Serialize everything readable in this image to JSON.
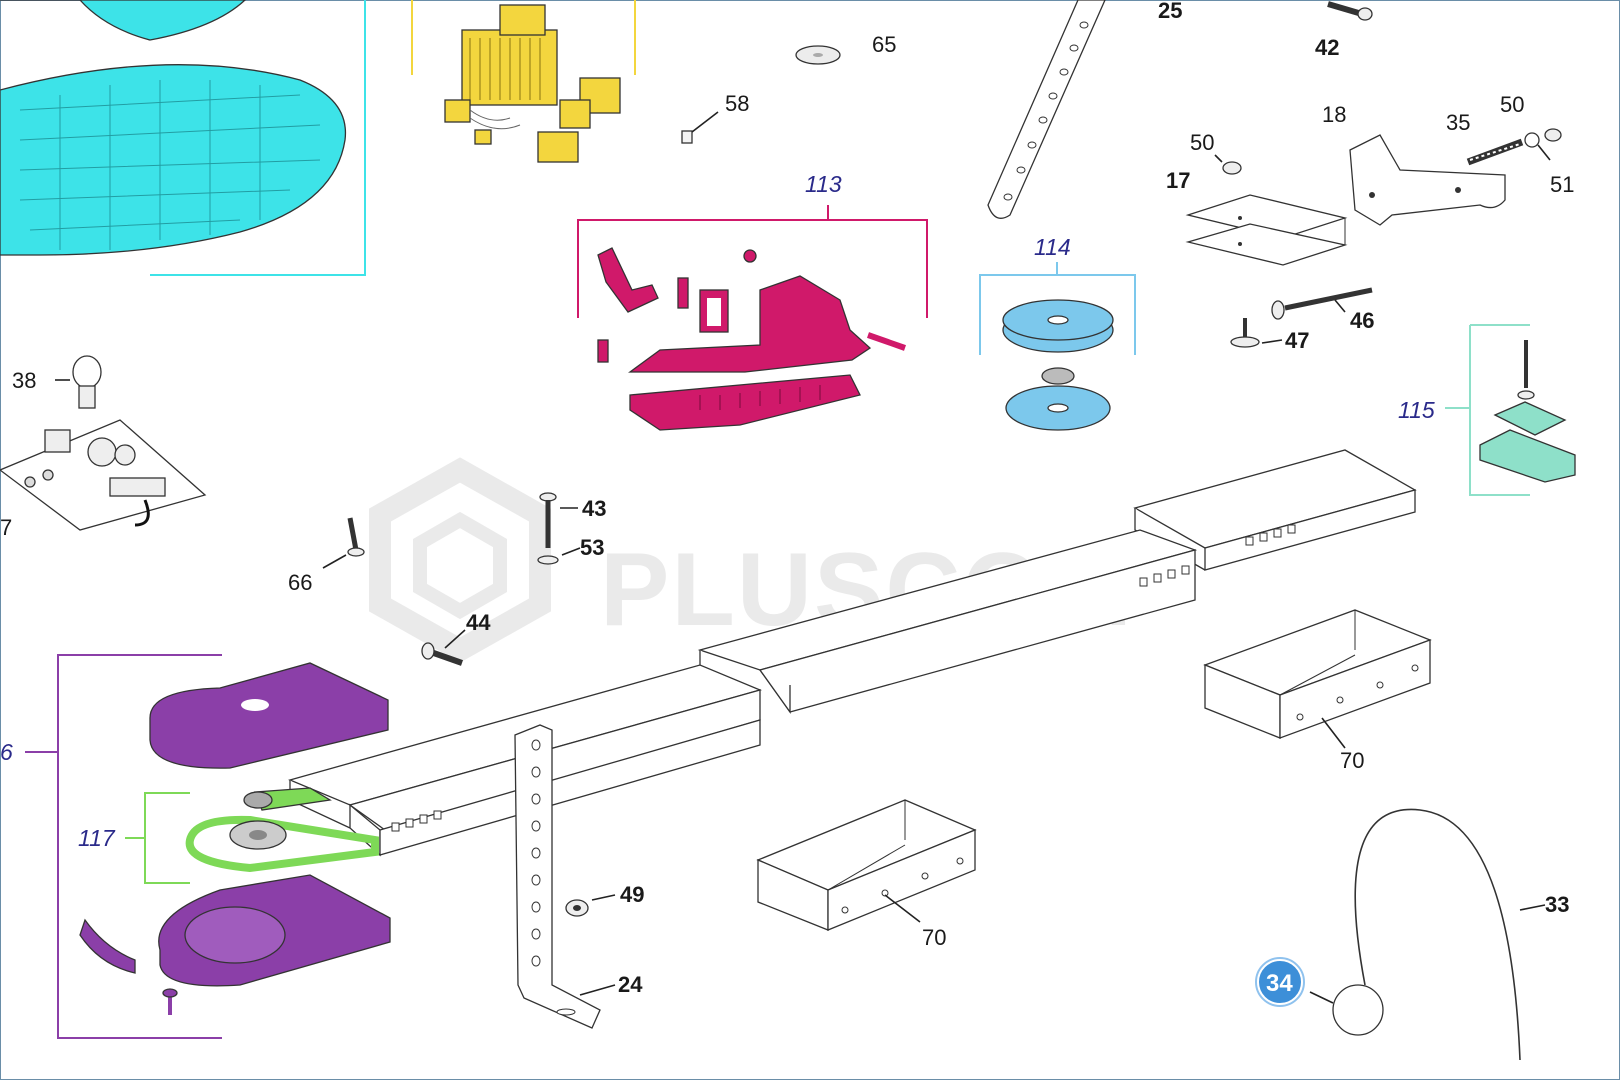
{
  "watermark": {
    "text": "PLUSCOM"
  },
  "colors": {
    "cyan_group": "#3de3e8",
    "yellow_group": "#f3d63e",
    "magenta_group": "#d0196a",
    "blue_group": "#7cc8ec",
    "teal_group": "#8ee0c9",
    "purple_group": "#8b3fa8",
    "green_group": "#7ed957",
    "badge": "#3d8fd8"
  },
  "groups": {
    "g113": "113",
    "g114": "114",
    "g115": "115",
    "g116": "6",
    "g117": "117"
  },
  "parts": {
    "p25": "25",
    "p42": "42",
    "p65": "65",
    "p58": "58",
    "p50a": "50",
    "p50b": "50",
    "p18": "18",
    "p35": "35",
    "p51": "51",
    "p17": "17",
    "p46": "46",
    "p47": "47",
    "p38": "38",
    "p37": "7",
    "p43": "43",
    "p53": "53",
    "p66": "66",
    "p44": "44",
    "p70a": "70",
    "p70b": "70",
    "p49": "49",
    "p24": "24",
    "p33": "33"
  },
  "badge": {
    "label": "34"
  }
}
